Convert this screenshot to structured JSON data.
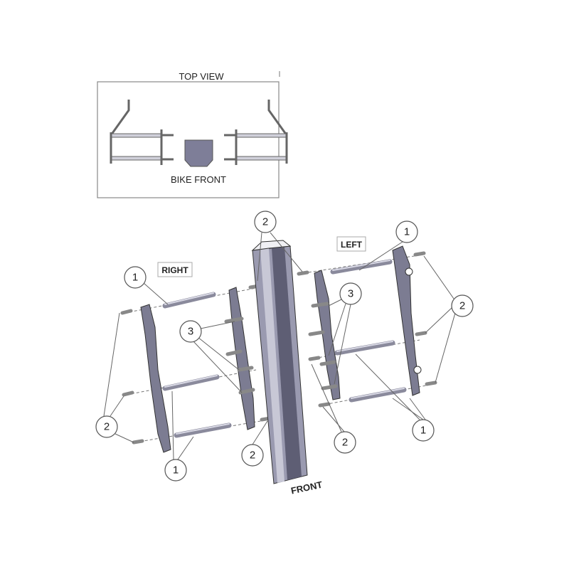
{
  "top_view": {
    "title": "TOP VIEW",
    "caption": "BIKE FRONT"
  },
  "side_labels": {
    "right": "RIGHT",
    "left": "LEFT",
    "front": "FRONT"
  },
  "callouts": [
    "2",
    "1",
    "1",
    "3",
    "2",
    "3",
    "2",
    "1",
    "2",
    "2",
    "1"
  ],
  "colors": {
    "part": "#7c7c92",
    "post_dark": "#5e5e74",
    "post_light": "#c8c8d6",
    "outline": "#333333"
  }
}
